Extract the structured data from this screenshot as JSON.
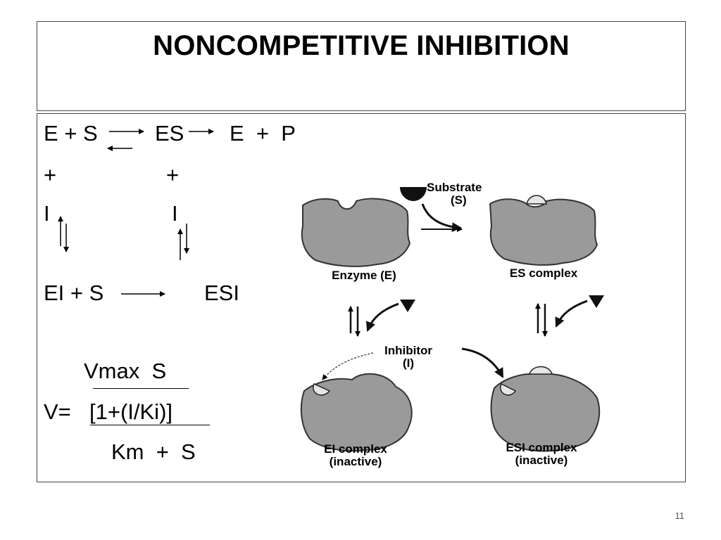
{
  "slide": {
    "title": "NONCOMPETITIVE INHIBITION",
    "page_number": "11"
  },
  "equations": {
    "row1_E_plus_S": "E + S",
    "row1_ES": "ES",
    "row1_products": "E  +  P",
    "row2_plus_left": "+",
    "row2_plus_right": "+",
    "row3_I_left": "I",
    "row3_I_right": "I",
    "row4_EI_plus_S": "EI + S",
    "row4_ESI": "ESI"
  },
  "rate_equation": {
    "numerator": "Vmax  S",
    "v_label": "V=",
    "inhibition_term": "[1+(I/Ki)]",
    "denominator": "Km  +  S"
  },
  "diagram": {
    "substrate_label": "Substrate",
    "substrate_symbol": "(S)",
    "enzyme_label": "Enzyme (E)",
    "es_label": "ES complex",
    "inhibitor_label": "Inhibitor",
    "inhibitor_symbol": "(I)",
    "ei_label": "EI complex",
    "ei_status": "(inactive)",
    "esi_label": "ESI complex",
    "esi_status": "(inactive)"
  }
}
